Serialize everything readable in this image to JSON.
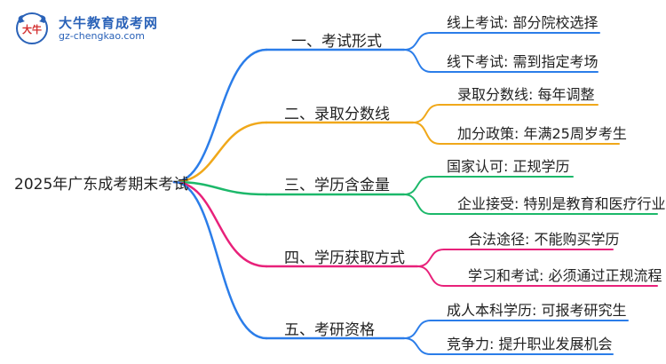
{
  "logo": {
    "name": "大牛教育成考网",
    "url": "gz-chengkao.com",
    "mark_text": "大牛"
  },
  "root": "2025年广东成考期末考试",
  "branches": [
    {
      "label": "一、考试形式",
      "color": "#2b7de9",
      "leaves": [
        "线上考试: 部分院校选择",
        "线下考试: 需到指定考场"
      ]
    },
    {
      "label": "二、录取分数线",
      "color": "#f0a81a",
      "leaves": [
        "录取分数线: 每年调整",
        "加分政策: 年满25周岁考生"
      ]
    },
    {
      "label": "三、学历含金量",
      "color": "#1cb86a",
      "leaves": [
        "国家认可: 正规学历",
        "企业接受: 特别是教育和医疗行业"
      ]
    },
    {
      "label": "四、学历获取方式",
      "color": "#e8217a",
      "leaves": [
        "合法途径: 不能购买学历",
        "学习和考试: 必须通过正规流程"
      ]
    },
    {
      "label": "五、考研资格",
      "color": "#2b7de9",
      "leaves": [
        "成人本科学历: 可报考研究生",
        "竞争力: 提升职业发展机会"
      ]
    }
  ]
}
